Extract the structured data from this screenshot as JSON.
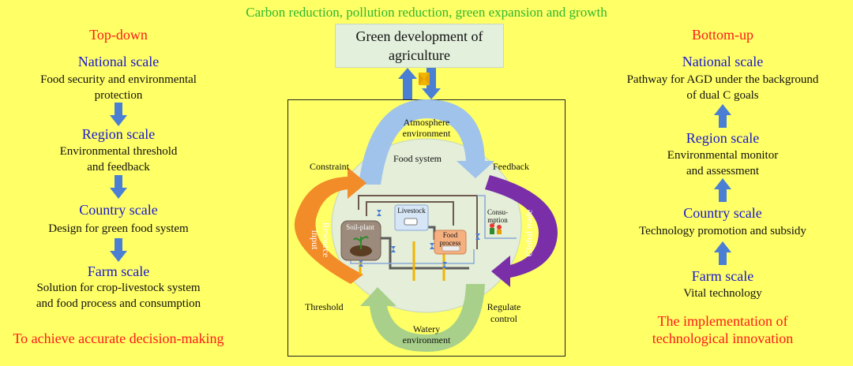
{
  "top_title": "Carbon reduction, pollution reduction, green expansion and growth",
  "left": {
    "heading": "Top-down",
    "levels": [
      {
        "scale": "National scale",
        "desc1": "Food security and environmental",
        "desc2": "protection"
      },
      {
        "scale": "Region scale",
        "desc1": "Environmental threshold",
        "desc2": "and feedback"
      },
      {
        "scale": "Country scale",
        "desc1": "Design for green food system",
        "desc2": ""
      },
      {
        "scale": "Farm scale",
        "desc1": "Solution for crop-livestock system",
        "desc2": "and food process and consumption"
      }
    ],
    "footer": "To achieve accurate decision-making"
  },
  "right": {
    "heading": "Bottom-up",
    "levels": [
      {
        "scale": "National scale",
        "desc1": "Pathway for AGD under the background",
        "desc2": "of dual C goals"
      },
      {
        "scale": "Region scale",
        "desc1": "Environmental monitor",
        "desc2": "and assessment"
      },
      {
        "scale": "Country scale",
        "desc1": "Technology promotion and subsidy",
        "desc2": ""
      },
      {
        "scale": "Farm scale",
        "desc1": "Vital technology",
        "desc2": ""
      }
    ],
    "footer1": "The implementation of",
    "footer2": "technological innovation"
  },
  "center": {
    "gd_line1": "Green development of",
    "gd_line2": "agriculture",
    "atmosphere1": "Atmosphere",
    "atmosphere2": "environment",
    "food_system": "Food system",
    "constraint": "Constraint",
    "feedback": "Feedback",
    "resource1": "Resource",
    "resource2": "input",
    "global_trade": "Global trade",
    "threshold": "Threshold",
    "regulate1": "Regulate",
    "regulate2": "control",
    "watery1": "Watery",
    "watery2": "environment",
    "soil_plant": "Soil-plant",
    "livestock": "Livestock",
    "food_process1": "Food",
    "food_process2": "process",
    "consumption1": "Consu-",
    "consumption2": "mption"
  },
  "colors": {
    "title_green": "#2db82d",
    "heading_red": "#ff1a1a",
    "scale_blue": "#1a1acc",
    "arrow_blue": "#4a7fd4",
    "background": "#ffff66"
  }
}
